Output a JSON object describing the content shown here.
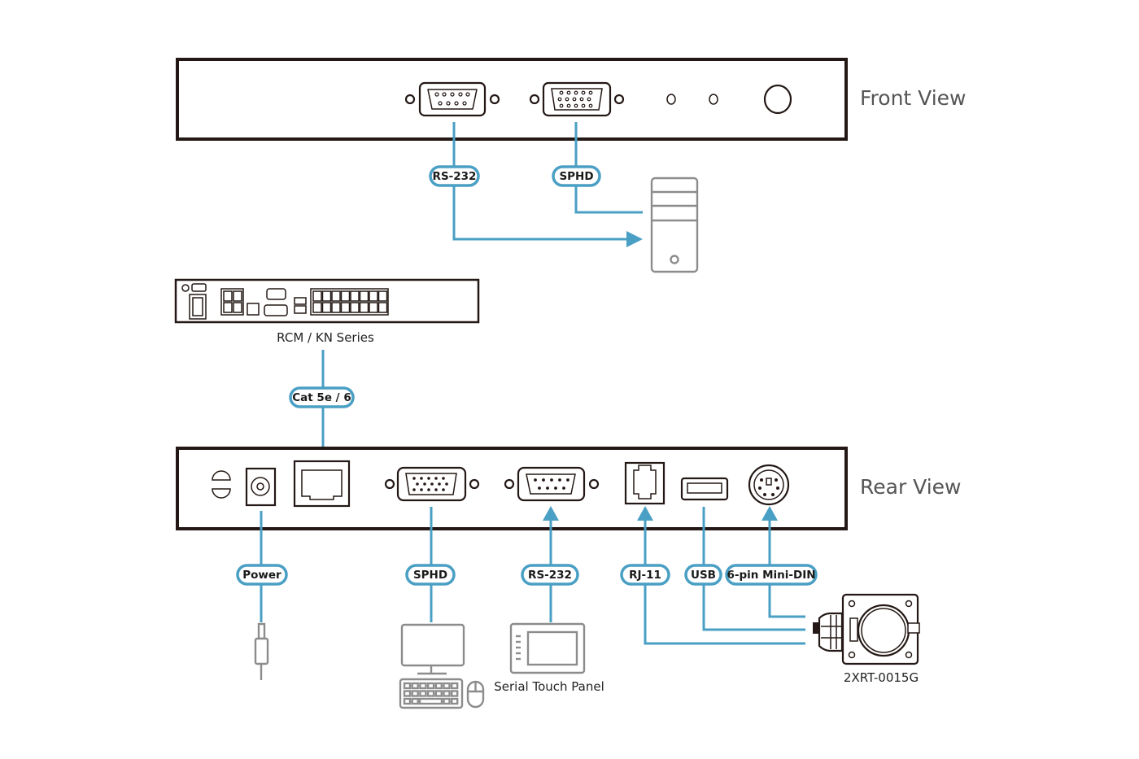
{
  "diagram": {
    "title_front": "Front View",
    "title_rear": "Rear View",
    "devices": {
      "kvm_switch": "RCM / KN Series",
      "touch_panel": "Serial Touch Panel",
      "camera": "2XRT-0015G"
    },
    "front_connections": [
      {
        "label": "RS-232",
        "port": "db9",
        "target": "computer",
        "direction": "to-computer"
      },
      {
        "label": "SPHD",
        "port": "sphd",
        "target": "computer",
        "direction": "none"
      }
    ],
    "uplink": {
      "label": "Cat 5e / 6",
      "from": "RCM / KN Series",
      "to": "rj45"
    },
    "rear_connections": [
      {
        "label": "Power",
        "port": "dc-jack",
        "target": "power-adapter",
        "direction": "none"
      },
      {
        "label": "SPHD",
        "port": "sphd",
        "target": "console (monitor, keyboard, mouse)",
        "direction": "none"
      },
      {
        "label": "RS-232",
        "port": "db9",
        "target": "Serial Touch Panel",
        "direction": "to-unit"
      },
      {
        "label": "RJ-11",
        "port": "rj11",
        "target": "2XRT-0015G",
        "direction": "to-unit"
      },
      {
        "label": "USB",
        "port": "usb",
        "target": "2XRT-0015G",
        "direction": "none"
      },
      {
        "label": "6-pin Mini-DIN",
        "port": "mini-din",
        "target": "2XRT-0015G",
        "direction": "to-unit"
      }
    ],
    "colors": {
      "cable": "#4a9fc4",
      "device_outline": "#231815",
      "peripheral_outline": "#8c8c8c",
      "view_label": "#555555"
    }
  }
}
